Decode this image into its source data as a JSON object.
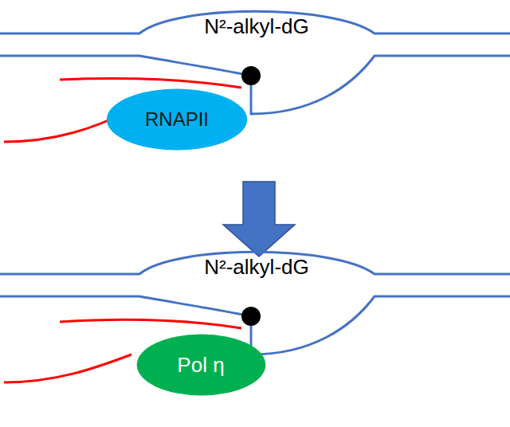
{
  "diagram": {
    "nodes": [
      {
        "text": [
          "RNAPII"
        ]
      },
      {
        "text": [
          "Pol η"
        ]
      }
    ],
    "labels": [
      "N²-alkyl-dG",
      "N²-alkyl-dG"
    ]
  }
}
